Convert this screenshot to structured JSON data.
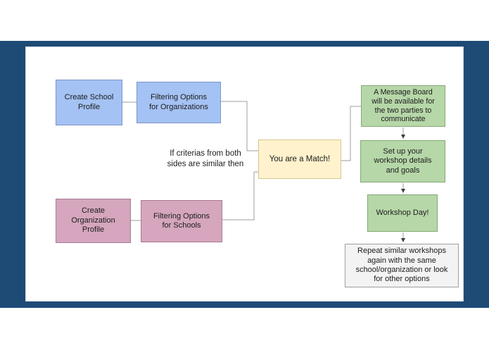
{
  "frame": {
    "page_background": "#ffffff",
    "border_color": "#1d4b76",
    "canvas_background": "#ffffff"
  },
  "flowchart": {
    "caption": "If criterias from both\nsides are similar then",
    "line_color": "#9c9c9c",
    "arrowhead_color": "#3f3f3f",
    "nodes": [
      {
        "id": "create-school-profile",
        "label": "Create School\nProfile",
        "fill": "#a4c2f4",
        "stroke": "#7e96c6"
      },
      {
        "id": "filtering-options-organizations",
        "label": "Filtering Options\nfor Organizations",
        "fill": "#a4c2f4",
        "stroke": "#7e96c6"
      },
      {
        "id": "create-organization-profile",
        "label": "Create\nOrganization\nProfile",
        "fill": "#d5a6bd",
        "stroke": "#a87b95"
      },
      {
        "id": "filtering-options-schools",
        "label": "Filtering Options\nfor Schools",
        "fill": "#d5a6bd",
        "stroke": "#a87b95"
      },
      {
        "id": "you-are-a-match",
        "label": "You are a Match!",
        "fill": "#fff2cc",
        "stroke": "#d4c591"
      },
      {
        "id": "message-board",
        "label": "A Message Board\nwill be available for\nthe two parties to\ncommunicate",
        "fill": "#b6d7a8",
        "stroke": "#84a876"
      },
      {
        "id": "setup-workshop",
        "label": "Set up your\nworkshop details\nand goals",
        "fill": "#b6d7a8",
        "stroke": "#84a876"
      },
      {
        "id": "workshop-day",
        "label": "Workshop Day!",
        "fill": "#b6d7a8",
        "stroke": "#84a876"
      },
      {
        "id": "repeat-workshops",
        "label": "Repeat similar workshops\nagain with the same\nschool/organization or look\nfor other options",
        "fill": "#f3f3f3",
        "stroke": "#9e9e9e"
      }
    ],
    "edges": [
      {
        "from": "create-school-profile",
        "to": "filtering-options-organizations",
        "arrow": false
      },
      {
        "from": "filtering-options-organizations",
        "to": "you-are-a-match",
        "arrow": false
      },
      {
        "from": "create-organization-profile",
        "to": "filtering-options-schools",
        "arrow": false
      },
      {
        "from": "filtering-options-schools",
        "to": "you-are-a-match",
        "arrow": false
      },
      {
        "from": "you-are-a-match",
        "to": "message-board",
        "arrow": false
      },
      {
        "from": "message-board",
        "to": "setup-workshop",
        "arrow": true
      },
      {
        "from": "setup-workshop",
        "to": "workshop-day",
        "arrow": true
      },
      {
        "from": "workshop-day",
        "to": "repeat-workshops",
        "arrow": true
      }
    ]
  }
}
